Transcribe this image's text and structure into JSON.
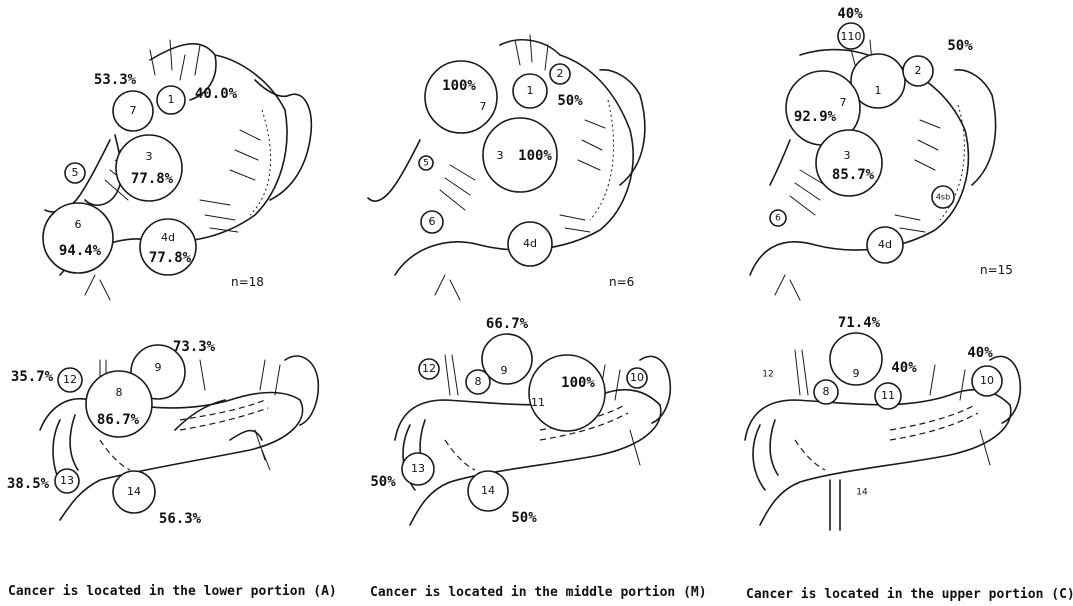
{
  "panels": [
    {
      "id": "A",
      "caption": "Cancer is located in the lower portion (A)",
      "n_label": "n=18",
      "top_nodes": [
        {
          "label": "1",
          "pct": "40.0%"
        },
        {
          "label": "3",
          "pct": "77.8%"
        },
        {
          "label": "4d",
          "pct": "77.8%"
        },
        {
          "label": "5",
          "pct": ""
        },
        {
          "label": "6",
          "pct": "94.4%"
        },
        {
          "label": "7",
          "pct": "53.3%"
        }
      ],
      "bottom_nodes": [
        {
          "label": "8",
          "pct": "86.7%"
        },
        {
          "label": "9",
          "pct": "73.3%"
        },
        {
          "label": "12",
          "pct": "35.7%"
        },
        {
          "label": "13",
          "pct": "38.5%"
        },
        {
          "label": "14",
          "pct": "56.3%"
        }
      ]
    },
    {
      "id": "M",
      "caption": "Cancer is located in the middle portion (M)",
      "n_label": "n=6",
      "top_nodes": [
        {
          "label": "1",
          "pct": "50%"
        },
        {
          "label": "2",
          "pct": ""
        },
        {
          "label": "3",
          "pct": "100%"
        },
        {
          "label": "4d",
          "pct": ""
        },
        {
          "label": "5",
          "pct": ""
        },
        {
          "label": "6",
          "pct": ""
        },
        {
          "label": "7",
          "pct": "100%"
        }
      ],
      "bottom_nodes": [
        {
          "label": "8",
          "pct": ""
        },
        {
          "label": "9",
          "pct": "66.7%"
        },
        {
          "label": "10",
          "pct": ""
        },
        {
          "label": "11",
          "pct": "100%"
        },
        {
          "label": "12",
          "pct": ""
        },
        {
          "label": "13",
          "pct": "50%"
        },
        {
          "label": "14",
          "pct": "50%"
        }
      ]
    },
    {
      "id": "C",
      "caption": "Cancer is located in the upper portion (C)",
      "n_label": "n=15",
      "top_nodes": [
        {
          "label": "1",
          "pct": ""
        },
        {
          "label": "2",
          "pct": "50%"
        },
        {
          "label": "3",
          "pct": "85.7%"
        },
        {
          "label": "4d",
          "pct": ""
        },
        {
          "label": "4sb",
          "pct": ""
        },
        {
          "label": "6",
          "pct": ""
        },
        {
          "label": "7",
          "pct": "92.9%"
        },
        {
          "label": "110",
          "pct": "40%"
        }
      ],
      "bottom_nodes": [
        {
          "label": "8",
          "pct": ""
        },
        {
          "label": "9",
          "pct": "71.4%"
        },
        {
          "label": "10",
          "pct": "40%"
        },
        {
          "label": "11",
          "pct": "40%"
        },
        {
          "label": "12",
          "pct": ""
        },
        {
          "label": "14",
          "pct": ""
        }
      ]
    }
  ]
}
